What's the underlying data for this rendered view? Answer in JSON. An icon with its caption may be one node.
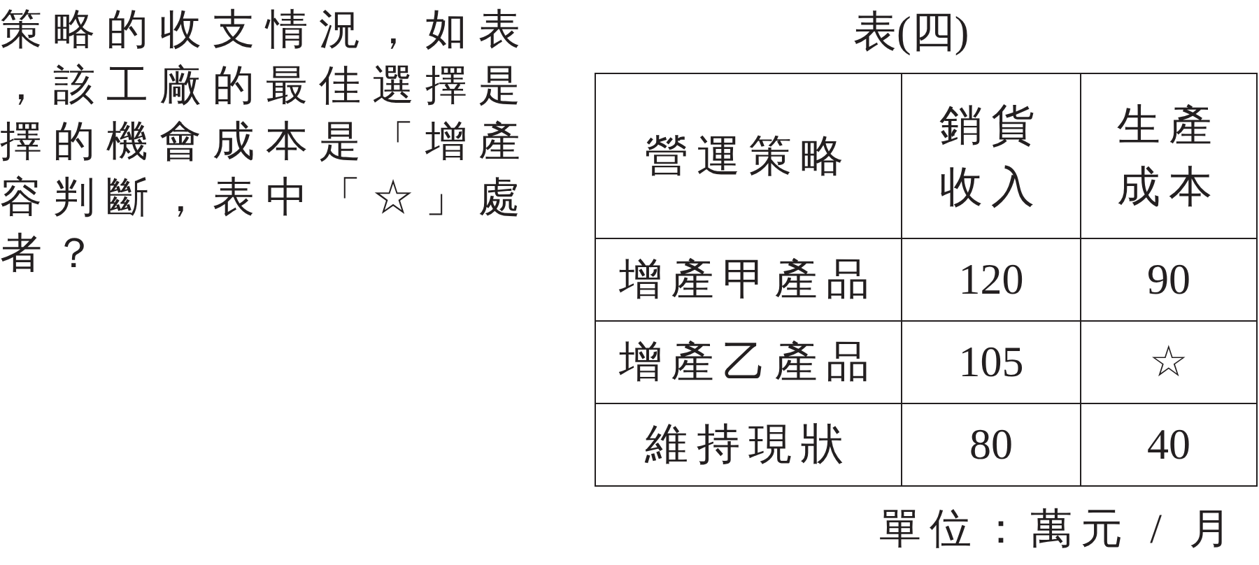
{
  "diagram": {
    "labels": [
      "策略的收支情況，如表",
      "，該工廠的最佳選擇是",
      "擇的機會成本是「增產",
      "容判斷，表中「☆」處",
      "者？",
      "表(四)",
      "營運策略",
      "銷貨收入",
      "生產成本",
      "增產甲產品",
      "120",
      "90",
      "增產乙產品",
      "105",
      "☆",
      "維持現狀",
      "80",
      "40",
      "單位：萬元 / 月"
    ]
  }
}
